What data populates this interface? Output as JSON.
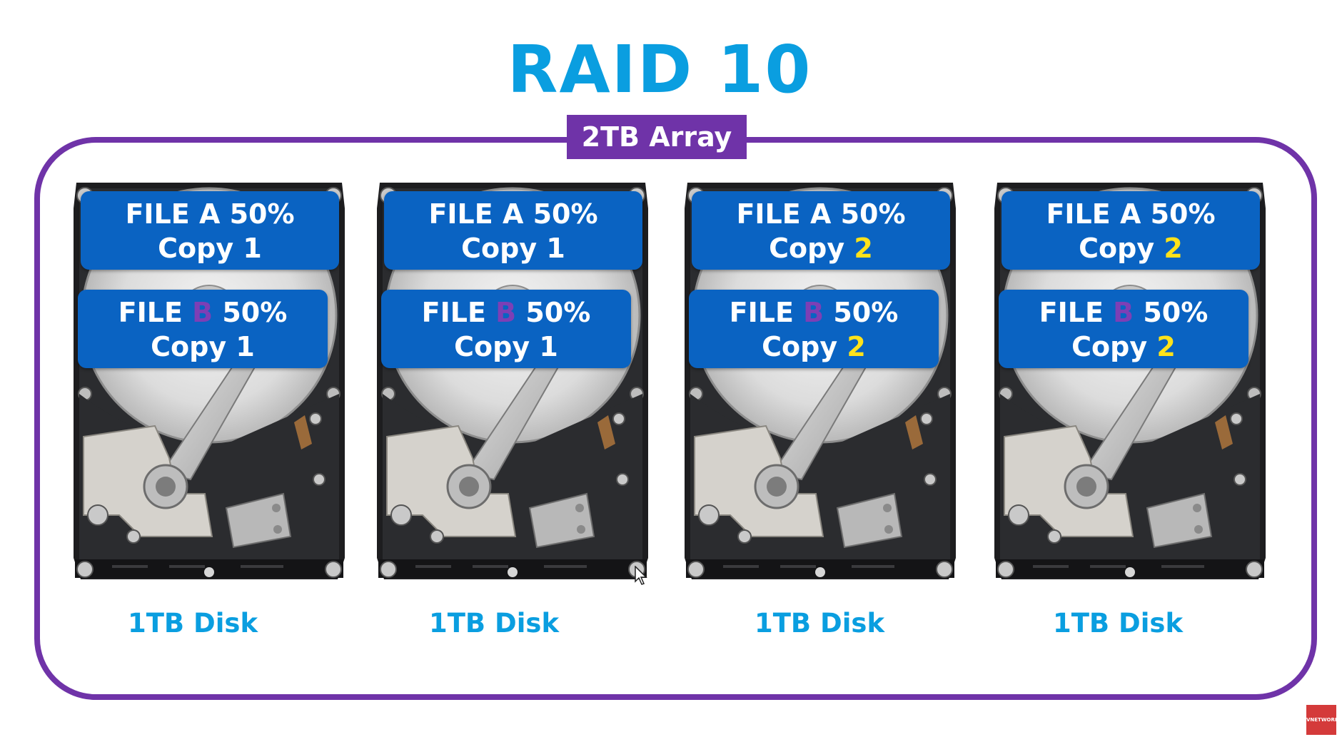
{
  "title": "RAID 10",
  "array_label": "2TB Array",
  "colors": {
    "title": "#0a9ee0",
    "frame": "#6f33a8",
    "chunk_bg": "#0a63c2",
    "highlight_b": "#7d3fb5",
    "highlight_copy2": "#ffe21a",
    "disk_label": "#0a9ee0"
  },
  "disks": [
    {
      "label": "1TB Disk",
      "file_a": {
        "prefix": "FILE ",
        "letter": "A",
        "percent": "50%",
        "copy_word": "Copy ",
        "copy_num": "1"
      },
      "file_b": {
        "prefix": "FILE ",
        "letter": "B",
        "percent": "50%",
        "copy_word": "Copy ",
        "copy_num": "1"
      }
    },
    {
      "label": "1TB Disk",
      "file_a": {
        "prefix": "FILE ",
        "letter": "A",
        "percent": "50%",
        "copy_word": "Copy ",
        "copy_num": "1"
      },
      "file_b": {
        "prefix": "FILE ",
        "letter": "B",
        "percent": "50%",
        "copy_word": "Copy ",
        "copy_num": "1"
      }
    },
    {
      "label": "1TB Disk",
      "file_a": {
        "prefix": "FILE ",
        "letter": "A",
        "percent": "50%",
        "copy_word": "Copy ",
        "copy_num": "2"
      },
      "file_b": {
        "prefix": "FILE ",
        "letter": "B",
        "percent": "50%",
        "copy_word": "Copy ",
        "copy_num": "2"
      }
    },
    {
      "label": "1TB Disk",
      "file_a": {
        "prefix": "FILE ",
        "letter": "A",
        "percent": "50%",
        "copy_word": "Copy ",
        "copy_num": "2"
      },
      "file_b": {
        "prefix": "FILE ",
        "letter": "B",
        "percent": "50%",
        "copy_word": "Copy ",
        "copy_num": "2"
      }
    }
  ],
  "watermark": "VNETWORK"
}
